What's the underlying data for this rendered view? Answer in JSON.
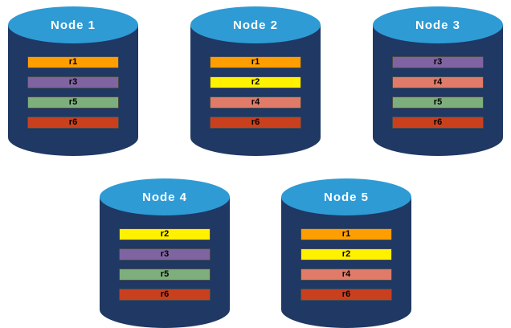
{
  "diagram": {
    "background_color": "#ffffff",
    "node_shape": {
      "body_color": "#1F3864",
      "top_color": "#2E9BD5",
      "title_color": "#ffffff"
    },
    "bar_style": {
      "border_color": "#4a4a4a",
      "text_color": "#000000"
    },
    "replica_colors": {
      "r1": "#FF9E01",
      "r2": "#FFF100",
      "r3": "#8064A2",
      "r4": "#E07B69",
      "r5": "#7CAF7B",
      "r6": "#C9401F"
    },
    "rows": [
      [
        0,
        1,
        2
      ],
      [
        3,
        4
      ]
    ],
    "nodes": [
      {
        "title": "Node 1",
        "replicas": [
          "r1",
          "r3",
          "r5",
          "r6"
        ]
      },
      {
        "title": "Node 2",
        "replicas": [
          "r1",
          "r2",
          "r4",
          "r6"
        ]
      },
      {
        "title": "Node 3",
        "replicas": [
          "r3",
          "r4",
          "r5",
          "r6"
        ]
      },
      {
        "title": "Node 4",
        "replicas": [
          "r2",
          "r3",
          "r5",
          "r6"
        ]
      },
      {
        "title": "Node 5",
        "replicas": [
          "r1",
          "r2",
          "r4",
          "r6"
        ]
      }
    ]
  }
}
